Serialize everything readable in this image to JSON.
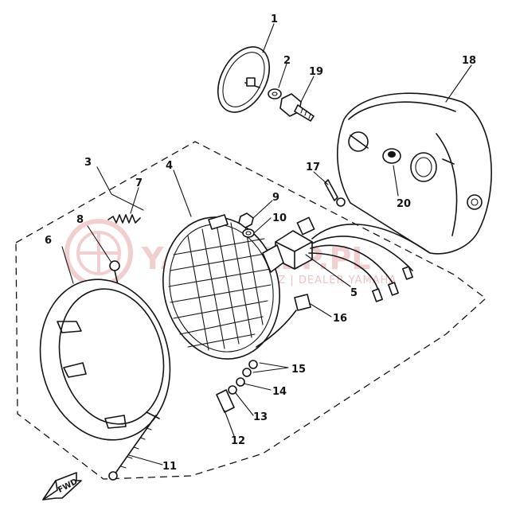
{
  "diagram": {
    "callouts": [
      {
        "id": "1",
        "label": "1"
      },
      {
        "id": "2",
        "label": "2"
      },
      {
        "id": "3",
        "label": "3"
      },
      {
        "id": "4",
        "label": "4"
      },
      {
        "id": "5",
        "label": "5"
      },
      {
        "id": "6",
        "label": "6"
      },
      {
        "id": "7",
        "label": "7"
      },
      {
        "id": "8",
        "label": "8"
      },
      {
        "id": "9",
        "label": "9"
      },
      {
        "id": "10",
        "label": "10"
      },
      {
        "id": "11",
        "label": "11"
      },
      {
        "id": "12",
        "label": "12"
      },
      {
        "id": "13",
        "label": "13"
      },
      {
        "id": "14",
        "label": "14"
      },
      {
        "id": "15",
        "label": "15"
      },
      {
        "id": "16",
        "label": "16"
      },
      {
        "id": "17",
        "label": "17"
      },
      {
        "id": "18",
        "label": "18"
      },
      {
        "id": "19",
        "label": "19"
      },
      {
        "id": "20",
        "label": "20"
      }
    ],
    "fwd_label": "FWD"
  },
  "watermark": {
    "main_text": "YAMAKLEP.PL",
    "sub_text": "WALDEMAR CZ... CZ | DEALER YAMAHA",
    "color": "#e9a9a9"
  }
}
